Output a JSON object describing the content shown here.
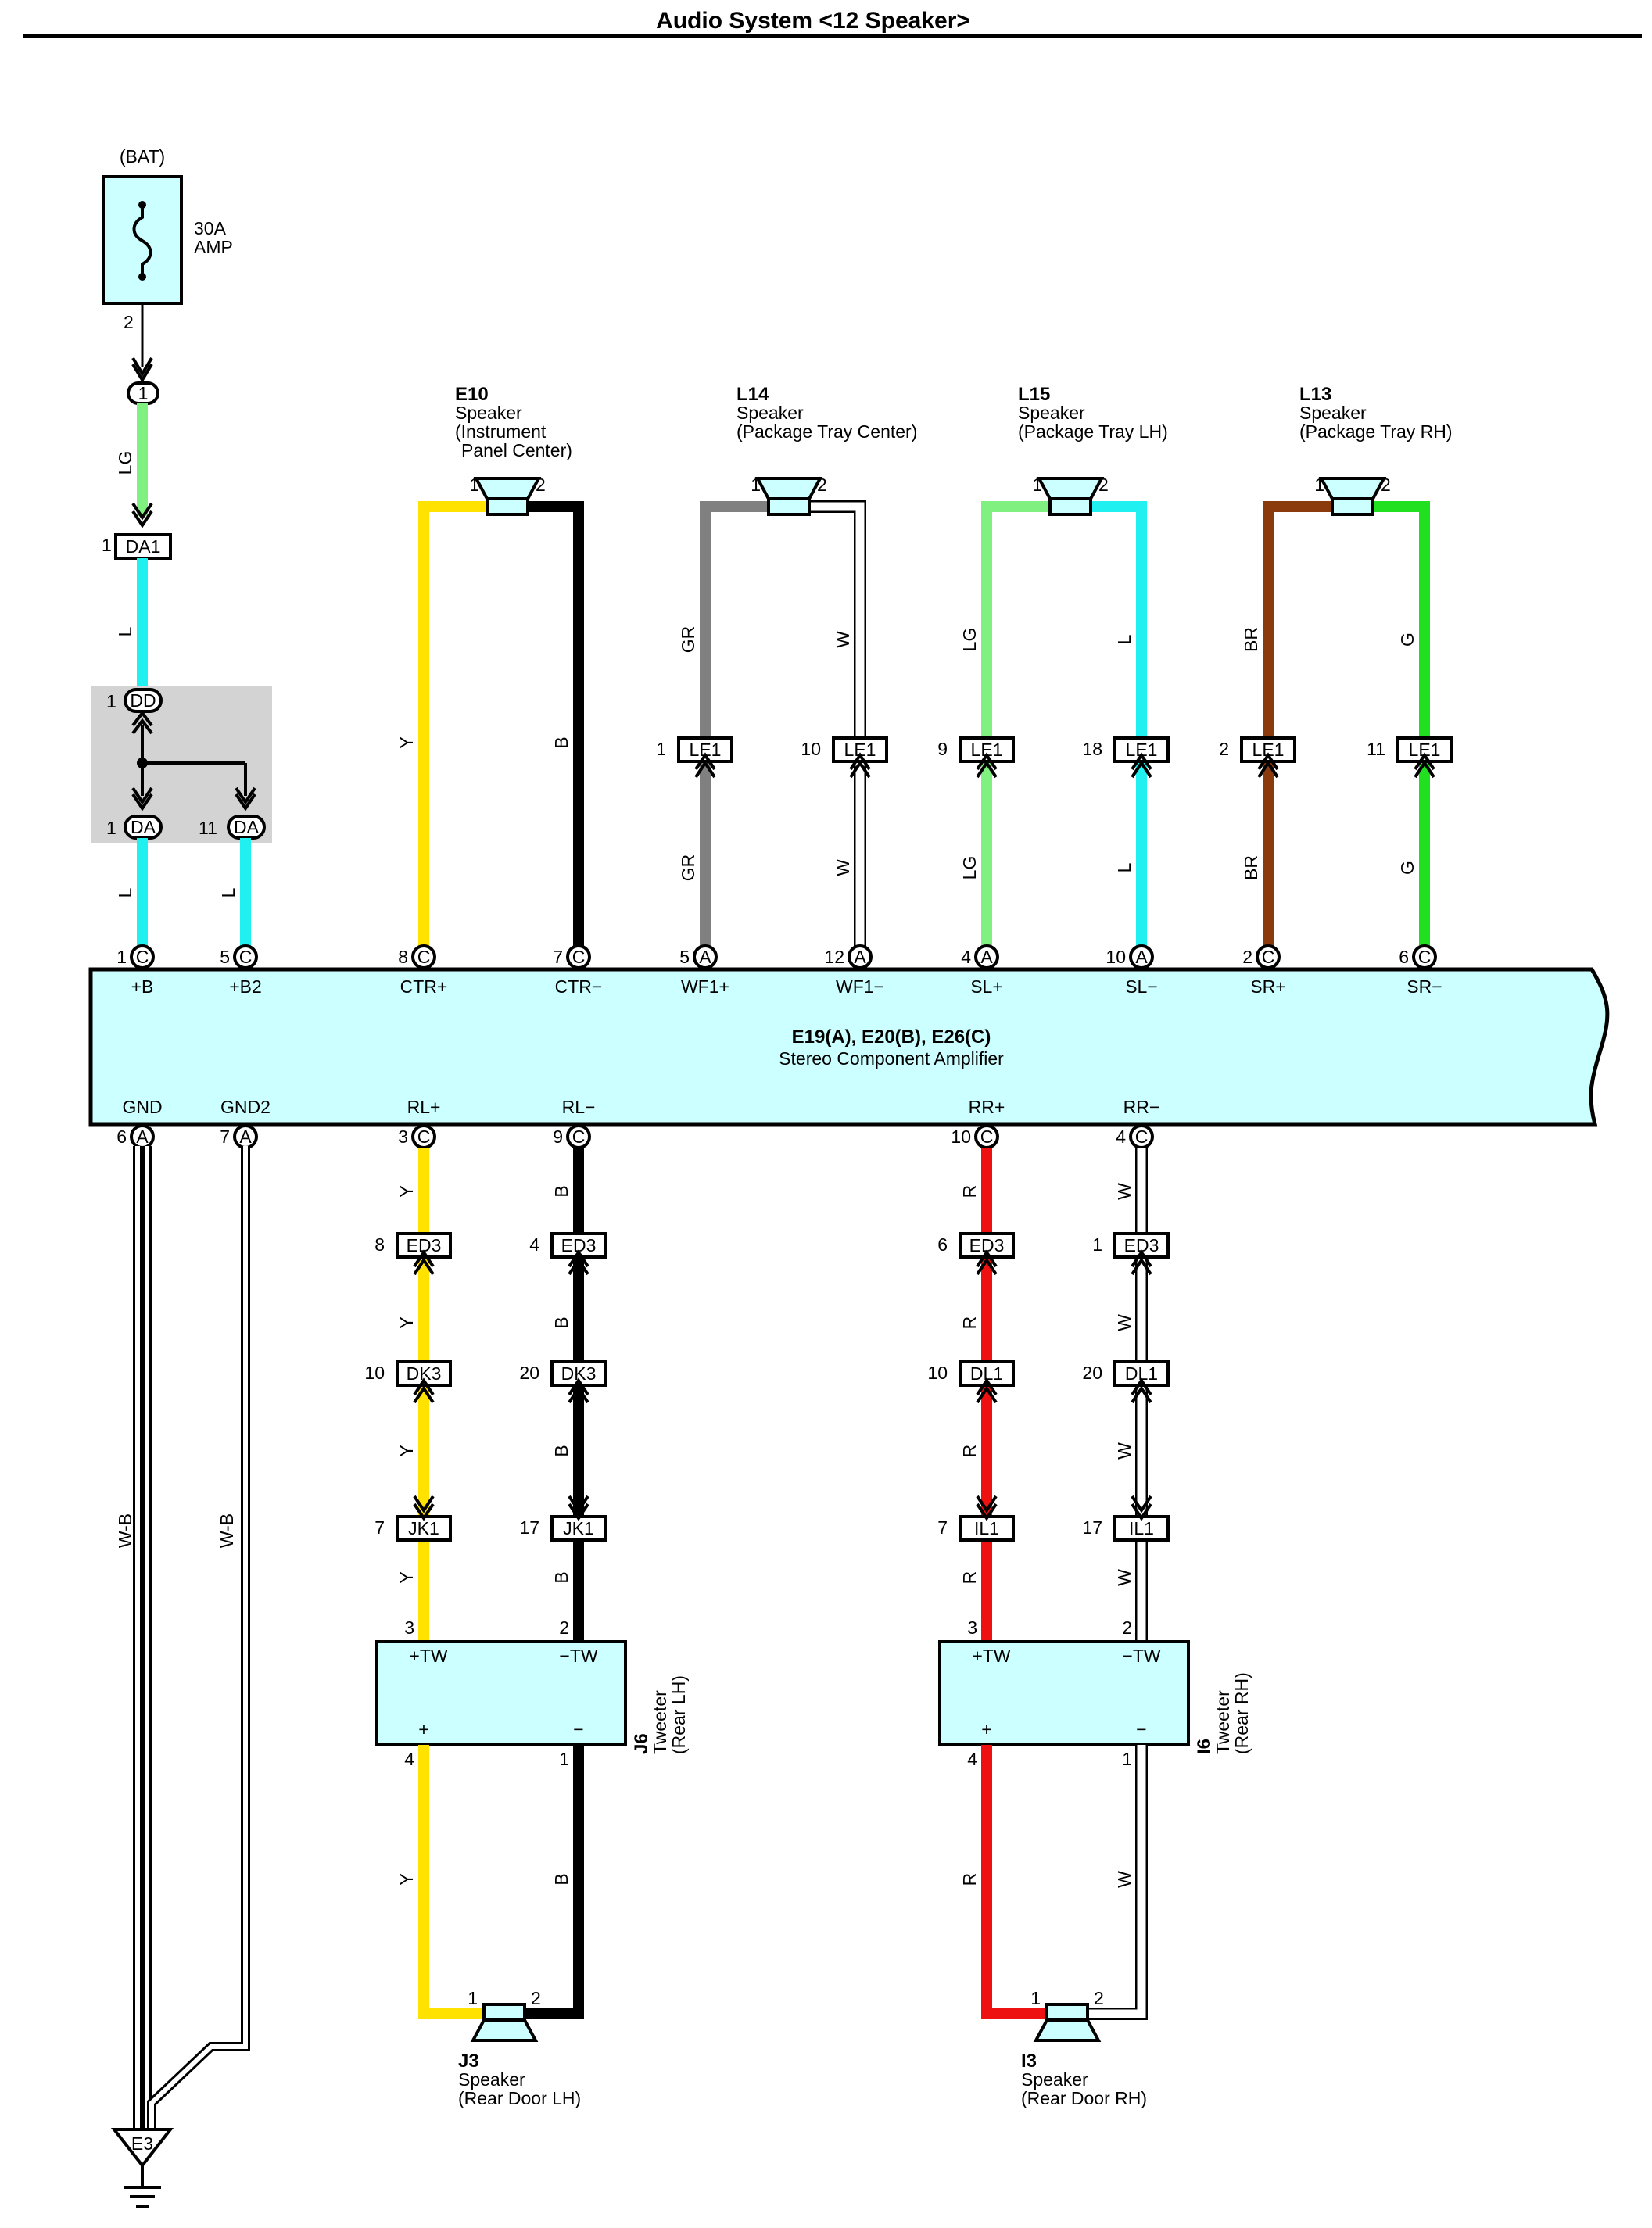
{
  "page": {
    "title": "Audio System <12 Speaker>"
  },
  "palette": {
    "Y": "#FFE200",
    "B": "#000000",
    "GR": "#808080",
    "W": "#FFFFFF",
    "LG": "#80F080",
    "L": "#20F0F0",
    "BR": "#8B3A0E",
    "G": "#20E020",
    "R": "#EE1111",
    "amp_fill": "#CCFFFF",
    "tweeter_fill": "#CCFFFF",
    "speaker_fill": "#CCFFFF",
    "junction_fill": "#D3D3D3",
    "line": "#000000"
  },
  "battery": {
    "label": "(BAT)",
    "fuse_rating": "30A",
    "fuse_name": "AMP",
    "pin": "2",
    "icon": "fuse-icon"
  },
  "amplifier": {
    "name": "E19(A), E20(B), E26(C)",
    "description": "Stereo Component Amplifier",
    "top_terminals": [
      {
        "label": "+B",
        "pin": "1",
        "conn": "C"
      },
      {
        "label": "+B2",
        "pin": "5",
        "conn": "C"
      },
      {
        "label": "CTR+",
        "pin": "8",
        "conn": "C"
      },
      {
        "label": "CTR−",
        "pin": "7",
        "conn": "C"
      },
      {
        "label": "WF1+",
        "pin": "5",
        "conn": "A"
      },
      {
        "label": "WF1−",
        "pin": "12",
        "conn": "A"
      },
      {
        "label": "SL+",
        "pin": "4",
        "conn": "A"
      },
      {
        "label": "SL−",
        "pin": "10",
        "conn": "A"
      },
      {
        "label": "SR+",
        "pin": "2",
        "conn": "C"
      },
      {
        "label": "SR−",
        "pin": "6",
        "conn": "C"
      }
    ],
    "bottom_terminals": [
      {
        "label": "GND",
        "pin": "6",
        "conn": "A"
      },
      {
        "label": "GND2",
        "pin": "7",
        "conn": "A"
      },
      {
        "label": "RL+",
        "pin": "3",
        "conn": "C"
      },
      {
        "label": "RL−",
        "pin": "9",
        "conn": "C"
      },
      {
        "label": "RR+",
        "pin": "10",
        "conn": "C"
      },
      {
        "label": "RR−",
        "pin": "4",
        "conn": "C"
      }
    ]
  },
  "power_feed": {
    "wire_lg": "LG",
    "wire_l": "L",
    "connector_1": {
      "pin": "1",
      "label": "1"
    },
    "connector_da1": {
      "pin": "1",
      "label": "DA1"
    },
    "junction": {
      "top": {
        "pin": "1",
        "label": "DD"
      },
      "left": {
        "pin": "1",
        "label": "DA"
      },
      "right": {
        "pin": "11",
        "label": "DA"
      }
    }
  },
  "top_speakers": [
    {
      "id": "E10",
      "name": "Speaker",
      "desc1": "(Instrument",
      "desc2": "Panel Center)",
      "pin1": "1",
      "pin2": "2",
      "wire_pos": "Y",
      "wire_neg": "B",
      "has_conn": false
    },
    {
      "id": "L14",
      "name": "Speaker",
      "desc1": "(Package Tray Center)",
      "desc2": "",
      "pin1": "1",
      "pin2": "2",
      "wire_pos": "GR",
      "wire_neg": "W",
      "has_conn": true,
      "conn_pos": {
        "pin": "1",
        "label": "LE1"
      },
      "conn_neg": {
        "pin": "10",
        "label": "LE1"
      }
    },
    {
      "id": "L15",
      "name": "Speaker",
      "desc1": "(Package Tray LH)",
      "desc2": "",
      "pin1": "1",
      "pin2": "2",
      "wire_pos": "LG",
      "wire_neg": "L",
      "has_conn": true,
      "conn_pos": {
        "pin": "9",
        "label": "LE1"
      },
      "conn_neg": {
        "pin": "18",
        "label": "LE1"
      }
    },
    {
      "id": "L13",
      "name": "Speaker",
      "desc1": "(Package Tray RH)",
      "desc2": "",
      "pin1": "1",
      "pin2": "2",
      "wire_pos": "BR",
      "wire_neg": "G",
      "has_conn": true,
      "conn_pos": {
        "pin": "2",
        "label": "LE1"
      },
      "conn_neg": {
        "pin": "11",
        "label": "LE1"
      }
    }
  ],
  "ground": {
    "wire_1": "W-B",
    "wire_2": "W-B",
    "point": "E3",
    "icon": "ground-icon"
  },
  "rear_left": {
    "wire_pos": "Y",
    "wire_neg": "B",
    "connectors": [
      {
        "pos_pin": "8",
        "neg_pin": "4",
        "label": "ED3"
      },
      {
        "pos_pin": "10",
        "neg_pin": "20",
        "label": "DK3"
      },
      {
        "pos_pin": "7",
        "neg_pin": "17",
        "label": "JK1"
      }
    ],
    "tweeter": {
      "id": "J6",
      "name": "Tweeter",
      "desc": "(Rear LH)",
      "in_pos": "+TW",
      "in_neg": "−TW",
      "out_pos": "+",
      "out_neg": "−",
      "pin_in_pos": "3",
      "pin_in_neg": "2",
      "pin_out_pos": "4",
      "pin_out_neg": "1"
    },
    "speaker": {
      "id": "J3",
      "name": "Speaker",
      "desc": "(Rear Door LH)",
      "pin1": "1",
      "pin2": "2"
    }
  },
  "rear_right": {
    "wire_pos": "R",
    "wire_neg": "W",
    "connectors": [
      {
        "pos_pin": "6",
        "neg_pin": "1",
        "label": "ED3"
      },
      {
        "pos_pin": "10",
        "neg_pin": "20",
        "label": "DL1"
      },
      {
        "pos_pin": "7",
        "neg_pin": "17",
        "label": "IL1"
      }
    ],
    "tweeter": {
      "id": "I6",
      "name": "Tweeter",
      "desc": "(Rear RH)",
      "in_pos": "+TW",
      "in_neg": "−TW",
      "out_pos": "+",
      "out_neg": "−",
      "pin_in_pos": "3",
      "pin_in_neg": "2",
      "pin_out_pos": "4",
      "pin_out_neg": "1"
    },
    "speaker": {
      "id": "I3",
      "name": "Speaker",
      "desc": "(Rear Door RH)",
      "pin1": "1",
      "pin2": "2"
    }
  }
}
